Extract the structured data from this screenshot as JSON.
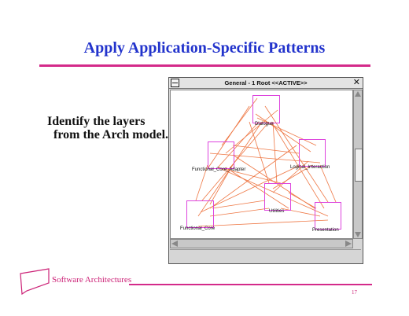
{
  "slide": {
    "title": "Apply Application-Specific Patterns",
    "bullet": "Identify the layers from the Arch model.",
    "footer": "Software Architectures",
    "page_number": "17"
  },
  "window": {
    "title": "General - 1 Root  <<ACTIVE>>",
    "close_glyph": "✕"
  },
  "nodes": [
    {
      "id": "dialogue",
      "label": "Dialogue"
    },
    {
      "id": "fca",
      "label": "Functional_Core_Adapter"
    },
    {
      "id": "li",
      "label": "Logical_Interaction"
    },
    {
      "id": "utilities",
      "label": "Utilities"
    },
    {
      "id": "fc",
      "label": "Functional_Core"
    },
    {
      "id": "presentation",
      "label": "Presentation"
    }
  ],
  "colors": {
    "title": "#2233cc",
    "accent_rule": "#d42a8a",
    "footer": "#cc2277",
    "node_border": "#dd44dd",
    "edge": "#ee7744"
  }
}
